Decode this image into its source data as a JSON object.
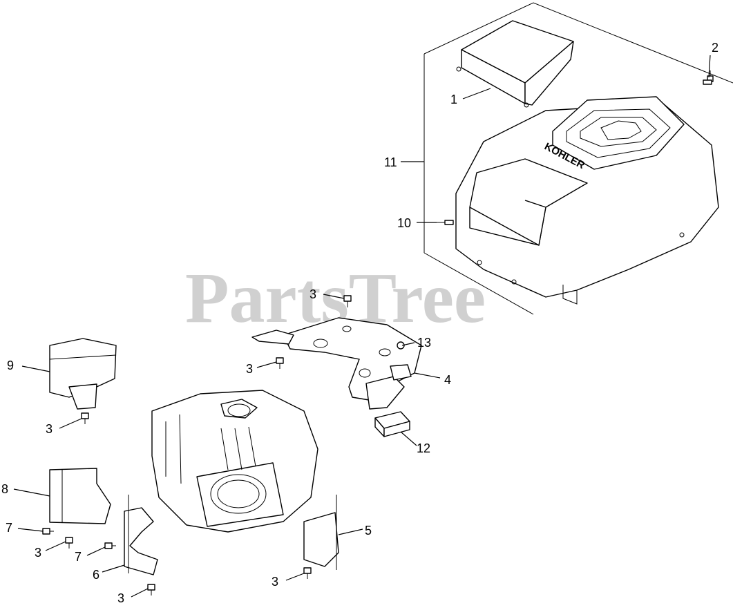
{
  "watermark": {
    "text": "PartsTree",
    "trademark": "™"
  },
  "brand_logo": "KOHLER",
  "callouts": [
    {
      "id": "c1",
      "label": "1"
    },
    {
      "id": "c2",
      "label": "2"
    },
    {
      "id": "c3a",
      "label": "3"
    },
    {
      "id": "c3b",
      "label": "3"
    },
    {
      "id": "c3c",
      "label": "3"
    },
    {
      "id": "c3d",
      "label": "3"
    },
    {
      "id": "c3e",
      "label": "3"
    },
    {
      "id": "c3f",
      "label": "3"
    },
    {
      "id": "c4",
      "label": "4"
    },
    {
      "id": "c5",
      "label": "5"
    },
    {
      "id": "c6",
      "label": "6"
    },
    {
      "id": "c7a",
      "label": "7"
    },
    {
      "id": "c7b",
      "label": "7"
    },
    {
      "id": "c8",
      "label": "8"
    },
    {
      "id": "c9",
      "label": "9"
    },
    {
      "id": "c10",
      "label": "10"
    },
    {
      "id": "c11",
      "label": "11"
    },
    {
      "id": "c12",
      "label": "12"
    },
    {
      "id": "c13",
      "label": "13"
    }
  ]
}
